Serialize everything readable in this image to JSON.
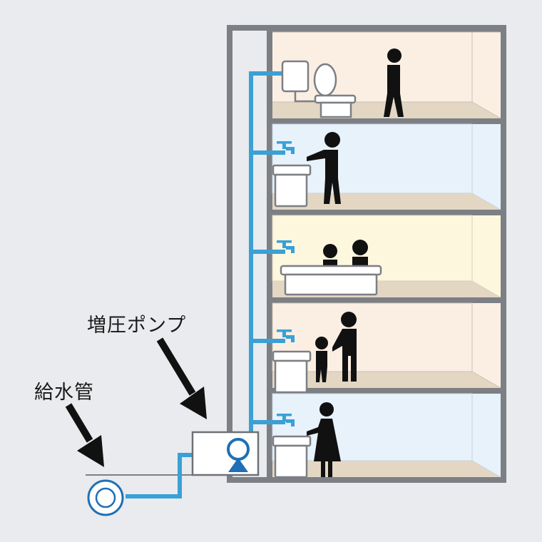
{
  "labels": {
    "booster_pump": "増圧ポンプ",
    "water_supply_pipe": "給水管"
  },
  "floors": [
    {
      "room": "toilet",
      "occupants": 1
    },
    {
      "room": "washbasin",
      "occupants": 1
    },
    {
      "room": "bathtub",
      "occupants": 2
    },
    {
      "room": "washbasin",
      "occupants": 2
    },
    {
      "room": "washbasin",
      "occupants": 1
    }
  ],
  "colors": {
    "background": "#e9ebee",
    "building_frame": "#7c7f84",
    "pipe": "#3aa0d6",
    "pump_impeller": "#1e6fb5",
    "floor_wall_warm": "#fbefe3",
    "floor_wall_cool": "#e7f2fb",
    "floor_wall_yellow": "#fdf7de",
    "floor_surface": "#e3d7c4",
    "silhouette": "#111111"
  }
}
